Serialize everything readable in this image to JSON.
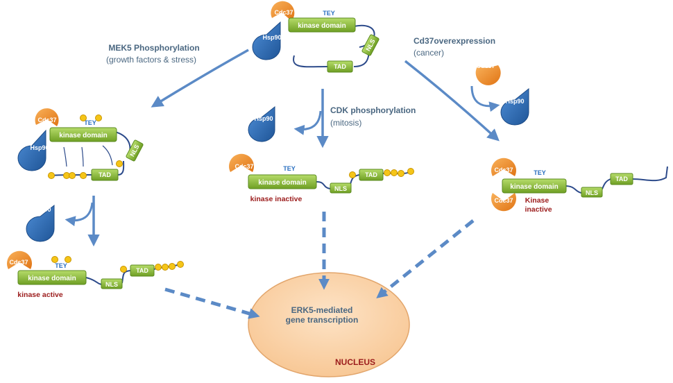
{
  "labels": {
    "cdc37": "Cdc37",
    "cdc37_lower": "Cdc37",
    "hsp90": "Hsp90",
    "tey": "TEY",
    "kinase_domain": "kinase domain",
    "nls": "NLS",
    "tad": "TAD"
  },
  "pathways": {
    "mek5": {
      "title": "MEK5 Phosphorylation",
      "subtitle": "(growth factors & stress)"
    },
    "cdk": {
      "title": "CDK phosphorylation",
      "subtitle": "(mitosis)"
    },
    "cdc37": {
      "title": "Cd37overexpression",
      "subtitle": "(cancer)"
    }
  },
  "states": {
    "kinase_active": "kinase active",
    "kinase_inactive": "kinase inactive",
    "kinase_inactive_cap_line1": "Kinase",
    "kinase_inactive_cap_line2": "inactive"
  },
  "nucleus": {
    "text_line1": "ERK5-mediated",
    "text_line2": "gene transcription",
    "label": "NUCLEUS"
  },
  "colors": {
    "arrow": "#5b8ac6",
    "domain_green": "#8cbf3a",
    "cdc37_orange": "#f28f2e",
    "hsp90_blue": "#2f6db5",
    "phospho_yellow": "#f5c518",
    "nucleus_fill": "#fbd5ae",
    "label_dark": "#4a6781",
    "label_red": "#9b1b1b",
    "tey_blue": "#2a6fc0"
  }
}
